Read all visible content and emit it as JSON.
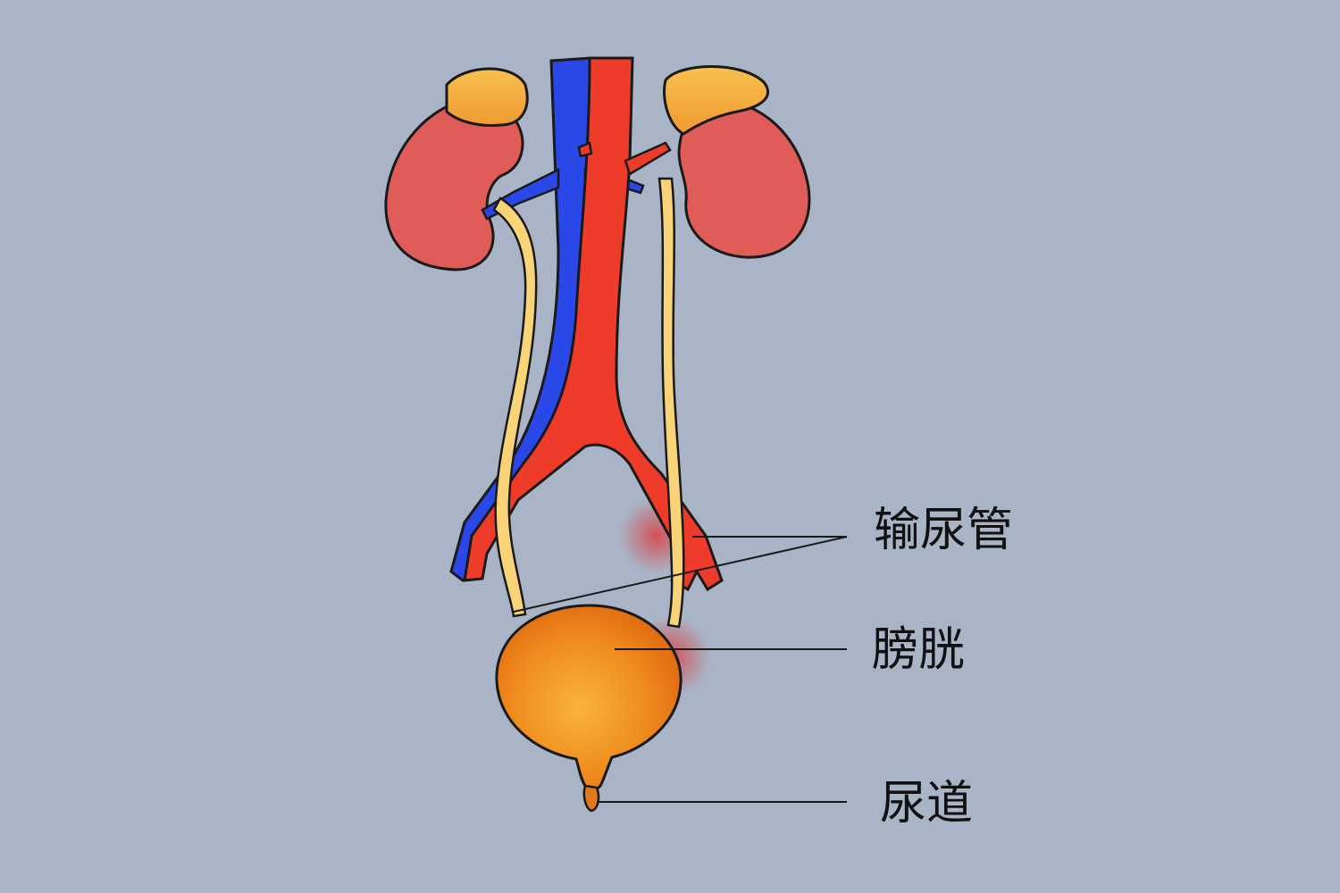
{
  "labels": {
    "ureter": "输尿管",
    "bladder": "膀胱",
    "urethra": "尿道"
  },
  "colors": {
    "background": "#a9b4c6",
    "kidney": "#e05c58",
    "adrenal": "#f4a63a",
    "vein": "#2a47e8",
    "artery": "#ee3b2a",
    "ureter": "#f8d378",
    "bladder": "#f08c1e",
    "outline": "#1a1a1a"
  }
}
